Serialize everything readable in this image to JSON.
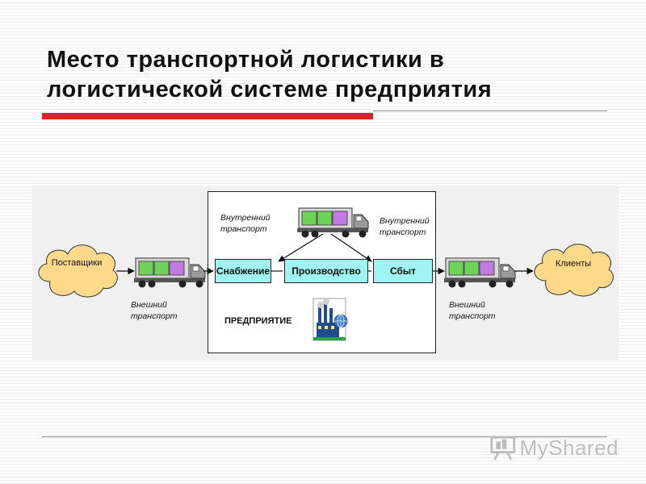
{
  "slide": {
    "title_line1": "Место транспортной логистики в",
    "title_line2": "логистической системе предприятия"
  },
  "diagram": {
    "suppliers": "Поставщики",
    "clients": "Клиенты",
    "enterprise": "ПРЕДПРИЯТИЕ",
    "processes": {
      "supply": "Снабжение",
      "production": "Производство",
      "sales": "Сбыт"
    },
    "internal_transport_left": [
      "Внутренний",
      "транспорт"
    ],
    "internal_transport_right": [
      "Внутренний",
      "транспорт"
    ],
    "external_transport_left": [
      "Внешний",
      "транспорт"
    ],
    "external_transport_right": [
      "Внешний",
      "транспорт"
    ],
    "icons": [
      "truck-icon",
      "factory-icon",
      "globe-icon",
      "cloud-icon"
    ]
  },
  "watermark": {
    "text": "MyShared"
  },
  "colors": {
    "accent_red": "#d8232a",
    "process_box": "#9ff3f3",
    "cloud": "#ffd98a",
    "cargo_green": "#6fd35a",
    "cargo_purple": "#c07ae0"
  }
}
